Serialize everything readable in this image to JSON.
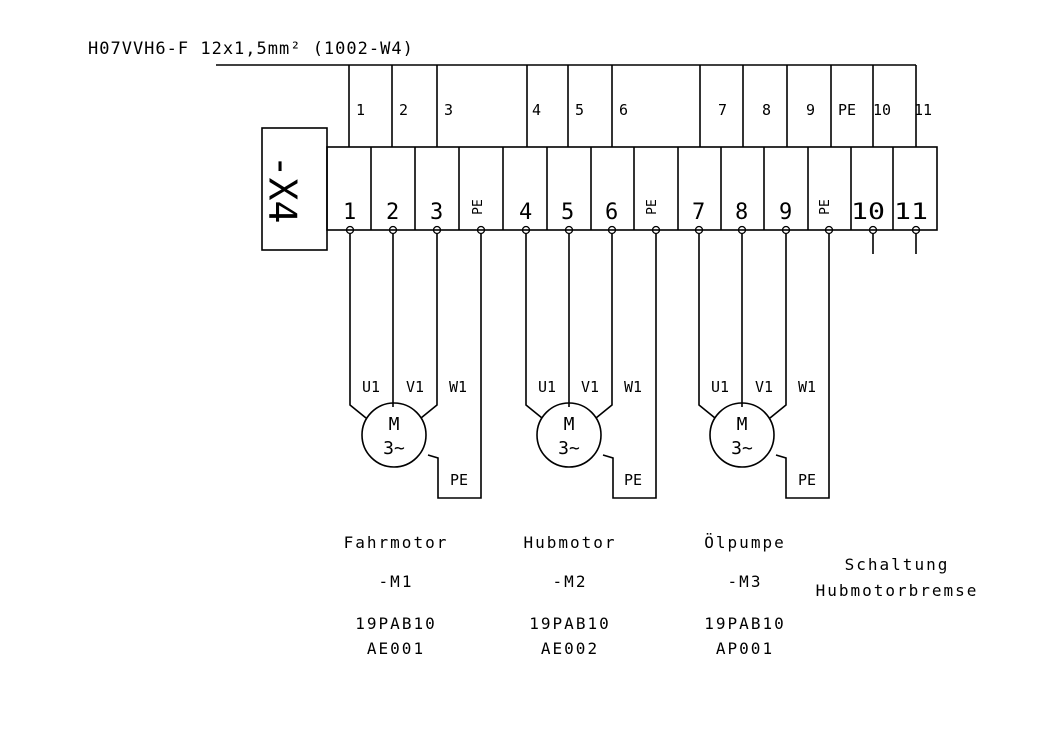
{
  "cable": {
    "label": "H07VVH6-F 12x1,5mm² (1002-W4)"
  },
  "connector": {
    "label": "-X4"
  },
  "cable_wires": [
    "1",
    "2",
    "3",
    "4",
    "5",
    "6",
    "7",
    "8",
    "9",
    "PE",
    "10",
    "11"
  ],
  "terminals": [
    "1",
    "2",
    "3",
    "PE",
    "4",
    "5",
    "6",
    "PE",
    "7",
    "8",
    "9",
    "PE",
    "10",
    "11"
  ],
  "motors": [
    {
      "symbol": "M",
      "phase": "3~",
      "u": "U1",
      "v": "V1",
      "w": "W1",
      "pe": "PE",
      "name": "Fahrmotor",
      "tag": "-M1",
      "part": "19PAB10",
      "code": "AE001"
    },
    {
      "symbol": "M",
      "phase": "3~",
      "u": "U1",
      "v": "V1",
      "w": "W1",
      "pe": "PE",
      "name": "Hubmotor",
      "tag": "-M2",
      "part": "19PAB10",
      "code": "AE002"
    },
    {
      "symbol": "M",
      "phase": "3~",
      "u": "U1",
      "v": "V1",
      "w": "W1",
      "pe": "PE",
      "name": "Ölpumpe",
      "tag": "-M3",
      "part": "19PAB10",
      "code": "AP001"
    }
  ],
  "brake": {
    "line1": "Schaltung",
    "line2": "Hubmotorbremse"
  }
}
